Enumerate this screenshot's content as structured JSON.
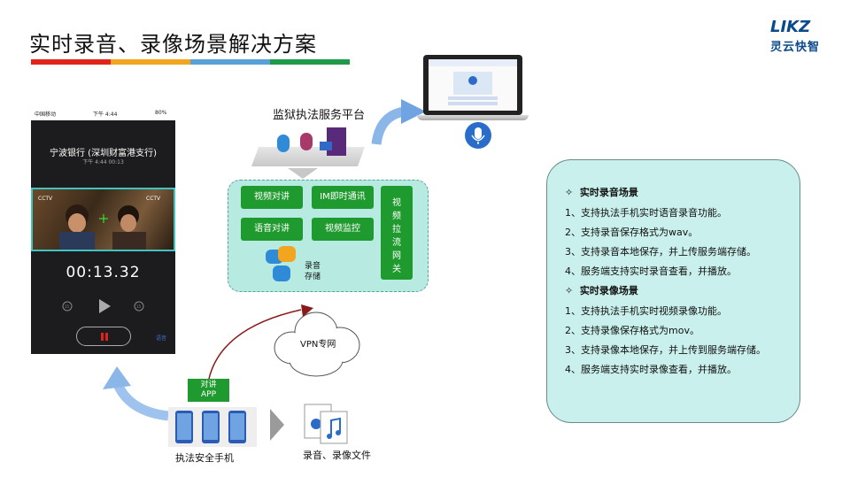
{
  "title": "实时录音、录像场景解决方案",
  "brand": {
    "logo_text": "灵云快智",
    "logo_mark": "LIKZ"
  },
  "accent_colors": [
    "#e0241a",
    "#f2a51f",
    "#5aa0d8",
    "#1f9a48"
  ],
  "phone": {
    "carrier": "中国移动",
    "status_time": "下午 4:44",
    "battery": "80%",
    "call_name": "宁波银行 (深圳财富港支行)",
    "call_time": "下午 4:44   00:13",
    "timer": "00:13.32",
    "rewind_label": "15",
    "forward_label": "15",
    "tv_logo_left": "CCTV",
    "tv_logo_right": "CCTV",
    "side_label": "语音"
  },
  "platform": {
    "label": "监狱执法服务平台",
    "buttons": [
      "视频对讲",
      "IM即时通讯",
      "语音对讲",
      "视频监控"
    ],
    "vertical_button": "视频拉流网关",
    "storage_label_1": "录音",
    "storage_label_2": "存储"
  },
  "vpn_label": "VPN专网",
  "app_badge": {
    "line1": "对讲",
    "line2": "APP"
  },
  "phones_label": "执法安全手机",
  "files_label": "录音、录像文件",
  "panel": {
    "sections": [
      {
        "heading": "实时录音场景",
        "items": [
          "1、支持执法手机实时语音录音功能。",
          "2、支持录音保存格式为wav。",
          "3、支持录音本地保存，并上传服务端存储。",
          "4、服务端支持实时录音查看，并播放。"
        ]
      },
      {
        "heading": "实时录像场景",
        "items": [
          "1、支持执法手机实时视频录像功能。",
          "2、支持录像保存格式为mov。",
          "3、支持录像本地保存，并上传到服务端存储。",
          "4、服务端支持实时录像查看，并播放。"
        ]
      }
    ]
  }
}
